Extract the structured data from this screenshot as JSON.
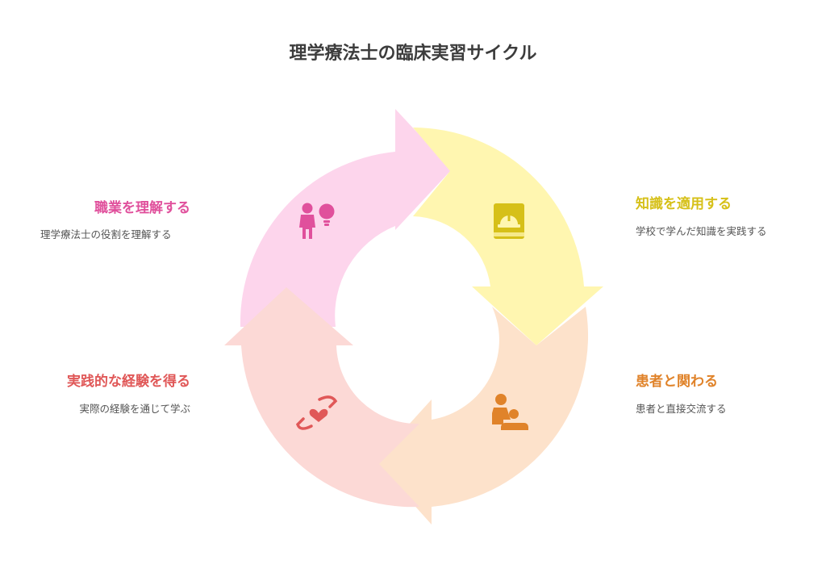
{
  "title": "理学療法士の臨床実習サイクル",
  "steps": [
    {
      "name": "職業を理解する",
      "desc": "理学療法士の役割を理解する",
      "color": "#e0509c",
      "fill": "#fdd5ec",
      "icon": "person-idea-icon"
    },
    {
      "name": "知識を適用する",
      "desc": "学校で学んだ知識を実践する",
      "color": "#d6c018",
      "fill": "#fff6b0",
      "icon": "hardhat-book-icon"
    },
    {
      "name": "患者と関わる",
      "desc": "患者と直接交流する",
      "color": "#e0832a",
      "fill": "#fde2cb",
      "icon": "caregiver-patient-icon"
    },
    {
      "name": "実践的な経験を得る",
      "desc": "実際の経験を通じて学ぶ",
      "color": "#e05858",
      "fill": "#fcd9d6",
      "icon": "hands-heart-icon"
    }
  ]
}
